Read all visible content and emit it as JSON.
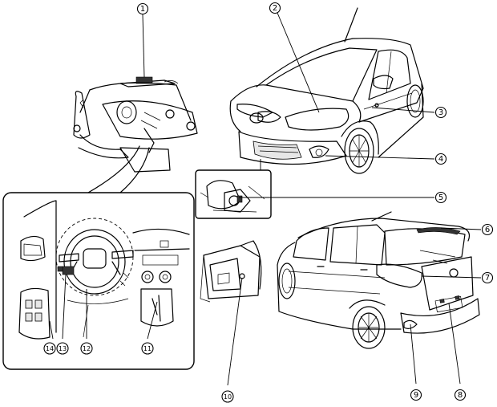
{
  "callouts": [
    {
      "id": "1",
      "label": "①"
    },
    {
      "id": "2",
      "label": "②"
    },
    {
      "id": "3",
      "label": "③"
    },
    {
      "id": "4",
      "label": "④"
    },
    {
      "id": "5",
      "label": "⑤"
    },
    {
      "id": "6",
      "label": "⑥"
    },
    {
      "id": "7",
      "label": "⑦"
    },
    {
      "id": "8",
      "label": "⑧"
    },
    {
      "id": "9",
      "label": "⑨"
    },
    {
      "id": "10",
      "label": "⑩"
    },
    {
      "id": "11",
      "label": "⑪"
    },
    {
      "id": "12",
      "label": "⑫"
    },
    {
      "id": "13",
      "label": "⑬"
    },
    {
      "id": "14",
      "label": "⑭"
    }
  ]
}
